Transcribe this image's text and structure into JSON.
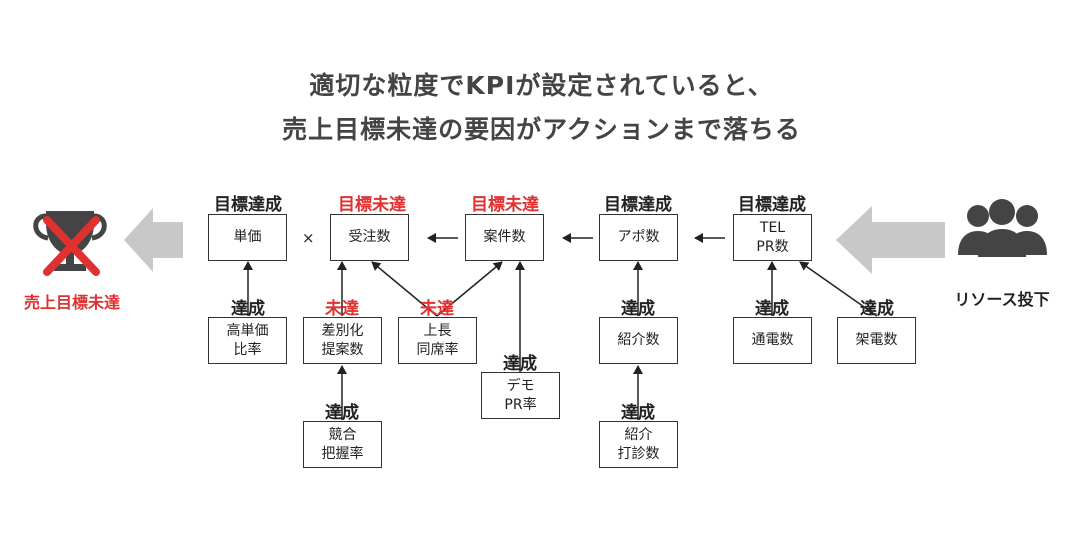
{
  "title": {
    "line1": "適切な粒度でKPIが設定されていると、",
    "line2": "売上目標未達の要因がアクションまで落ちる"
  },
  "left_caption": "売上目標未達",
  "right_caption": "リソース投下",
  "times": "×",
  "boxes": {
    "tanka": "単価",
    "juchu": "受注数",
    "anken": "案件数",
    "apo": "アポ数",
    "tel_1": "TEL",
    "tel_2": "PR数",
    "kotanka_1": "高単価",
    "kotanka_2": "比率",
    "sabetsu_1": "差別化",
    "sabetsu_2": "提案数",
    "jocho_1": "上長",
    "jocho_2": "同席率",
    "demo_1": "デモ",
    "demo_2": "PR率",
    "shokai": "紹介数",
    "tsuden": "通電数",
    "kaden": "架電数",
    "kyogo_1": "競合",
    "kyogo_2": "把握率",
    "shokai2_1": "紹介",
    "shokai2_2": "打診数"
  },
  "labels": {
    "tanka": "目標達成",
    "juchu": "目標未達",
    "anken": "目標未達",
    "apo": "目標達成",
    "tel": "目標達成",
    "kotanka": "達成",
    "sabetsu": "未達",
    "jocho": "未達",
    "demo": "達成",
    "shokai": "達成",
    "tsuden": "達成",
    "kaden": "達成",
    "kyogo": "達成",
    "shokai2": "達成"
  },
  "colors": {
    "accent_red": "#e03030",
    "arrow_gray": "#c8c8c8",
    "icon_dark": "#444444"
  }
}
